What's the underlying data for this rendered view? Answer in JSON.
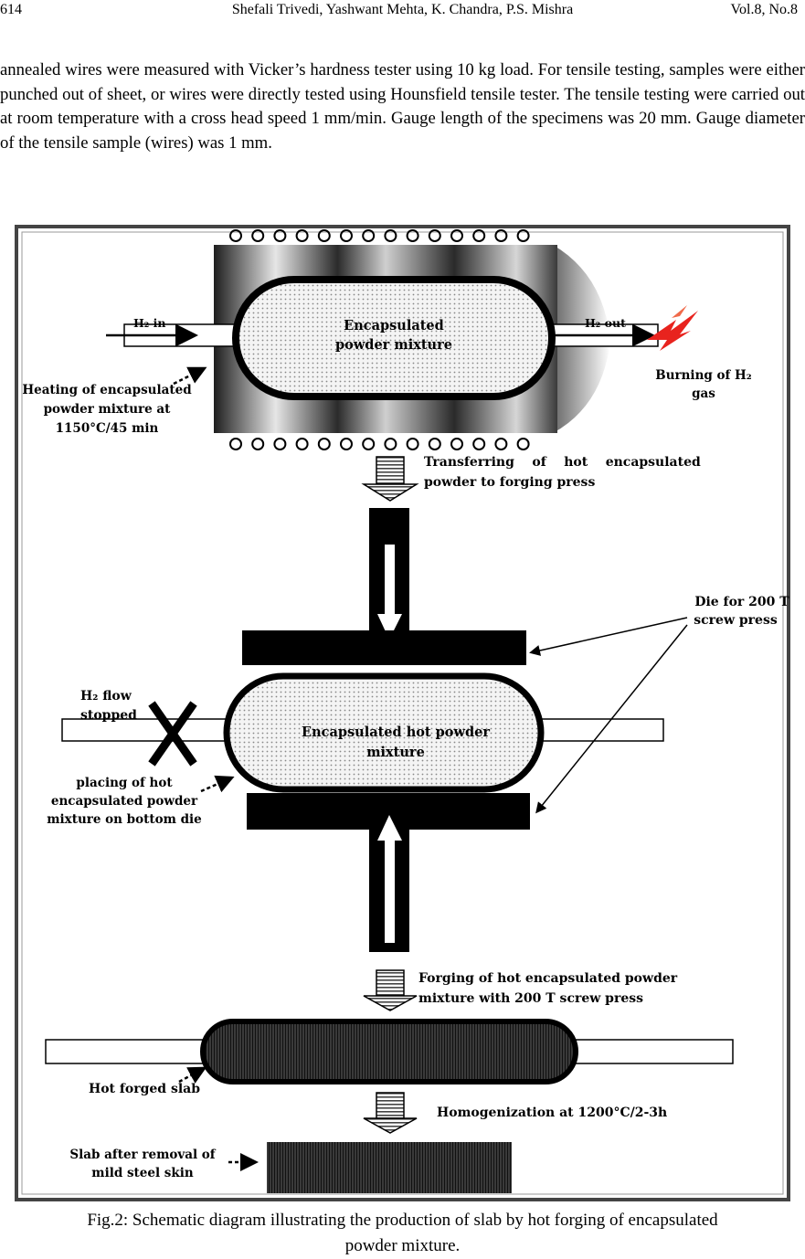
{
  "header": {
    "page_number": "614",
    "authors": "Shefali Trivedi, Yashwant Mehta, K. Chandra, P.S. Mishra",
    "volume": "Vol.8, No.8"
  },
  "body_paragraph": "annealed wires were measured with Vicker’s hardness tester using 10 kg load. For tensile testing, samples were either punched out of sheet, or wires were directly tested using Hounsfield tensile tester. The tensile testing were carried out at room temperature with a cross head speed 1 mm/min. Gauge length of the specimens was 20 mm. Gauge diameter of the tensile sample (wires) was 1 mm.",
  "figure": {
    "h2_in": "H₂ in",
    "h2_out": "H₂ out",
    "encapsulated_1": "Encapsulated",
    "encapsulated_2": "powder mixture",
    "burning_1": "Burning of H₂",
    "burning_2": "gas",
    "heating_1": "Heating of encapsulated",
    "heating_2": "powder mixture at",
    "heating_3": "1150°C/45 min",
    "transfer_1": "Transferring    of    hot    encapsulated",
    "transfer_2": "powder to forging press",
    "die_1": "Die for  200 T",
    "die_2": "screw press",
    "h2_flow_1": "H₂  flow",
    "h2_flow_2": "stopped",
    "hot_powder_1": "Encapsulated hot powder",
    "hot_powder_2": "mixture",
    "placing_1": "placing of hot",
    "placing_2": "encapsulated powder",
    "placing_3": "mixture on bottom die",
    "forging_1": "Forging of hot encapsulated powder",
    "forging_2": "mixture with 200 T screw press",
    "slab_label": "Hot forged slab",
    "homog": "Homogenization at 1200°C/2-3h",
    "after_1": "Slab after removal of",
    "after_2": "mild steel skin"
  },
  "caption": {
    "line1": "Fig.2: Schematic diagram illustrating the production of slab by hot forging of encapsulated",
    "line2": "powder mixture."
  }
}
